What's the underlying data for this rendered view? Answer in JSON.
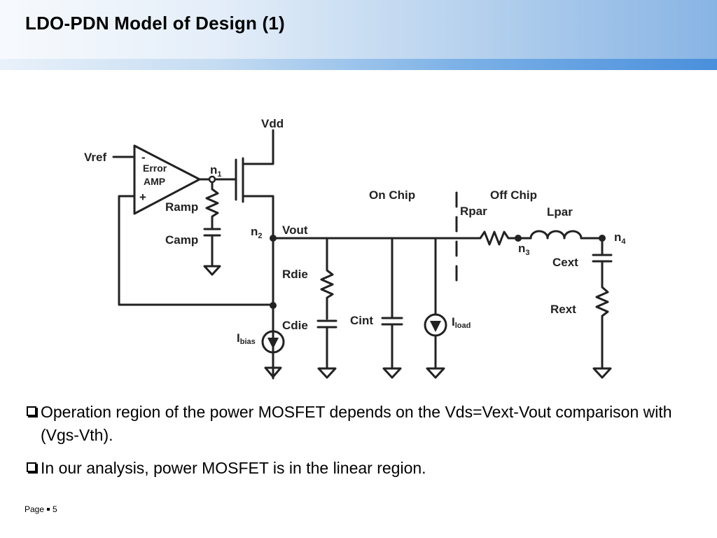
{
  "slide": {
    "title": "LDO-PDN Model of Design (1)"
  },
  "diagram": {
    "labels": {
      "vdd": "Vdd",
      "vref": "Vref",
      "minus": "-",
      "plus": "+",
      "error": "Error",
      "amp": "AMP",
      "n1": "n",
      "n1_sub": "1",
      "ramp": "Ramp",
      "camp": "Camp",
      "n2": "n",
      "n2_sub": "2",
      "vout": "Vout",
      "rdie": "Rdie",
      "cdie": "Cdie",
      "ibias": "I",
      "ibias_sub": "bias",
      "on_chip": "On Chip",
      "cint": "Cint",
      "iload": "I",
      "iload_sub": "load",
      "off_chip": "Off Chip",
      "rpar": "Rpar",
      "lpar": "Lpar",
      "n3": "n",
      "n3_sub": "3",
      "n4": "n",
      "n4_sub": "4",
      "cext": "Cext",
      "rext": "Rext"
    }
  },
  "bullets": [
    "Operation region of the power MOSFET depends on the Vds=Vext-Vout comparison with (Vgs-Vth).",
    "In our analysis, power MOSFET is in the linear region."
  ],
  "footer": {
    "page_label": "Page",
    "page_number": "5"
  }
}
